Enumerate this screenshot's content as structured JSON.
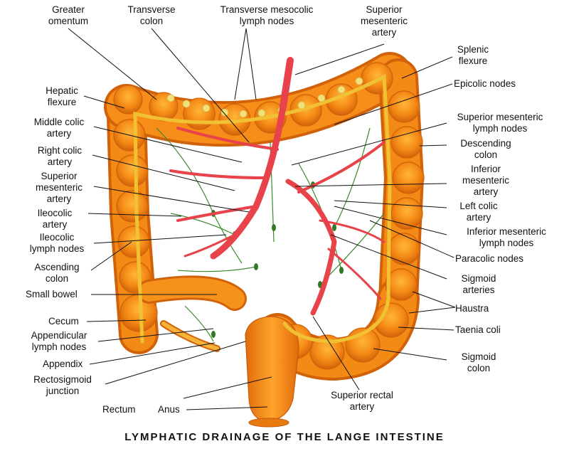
{
  "title": "LYMPHATIC DRAINAGE OF THE LANGE INTESTINE",
  "colors": {
    "colon": "#f48a16",
    "colon_dark": "#d2620a",
    "artery": "#e8424a",
    "lymph": "#3a8a2a",
    "node": "#f2e07a",
    "taenia": "#f0c233"
  },
  "labels": {
    "greater_omentum": [
      "Greater",
      "omentum"
    ],
    "transverse_colon": [
      "Transverse",
      "colon"
    ],
    "transverse_mesocolic": [
      "Transverse mesocolic",
      "lymph nodes"
    ],
    "superior_mesenteric_artery_top": [
      "Superior",
      "mesenteric",
      "artery"
    ],
    "splenic_flexure": [
      "Splenic",
      "flexure"
    ],
    "epicolic_nodes": [
      "Epicolic nodes"
    ],
    "sup_mes_lymph": [
      "Superior mesenteric",
      "lymph nodes"
    ],
    "descending_colon": [
      "Descending",
      "colon"
    ],
    "inferior_mes_artery": [
      "Inferior",
      "mesenteric",
      "artery"
    ],
    "left_colic": [
      "Left colic",
      "artery"
    ],
    "inf_mes_lymph": [
      "Inferior mesenteric",
      "lymph nodes"
    ],
    "paracolic": [
      "Paracolic nodes"
    ],
    "sigmoid_arteries": [
      "Sigmoid",
      "arteries"
    ],
    "haustra": [
      "Haustra"
    ],
    "taenia_coli": [
      "Taenia coli"
    ],
    "sigmoid_colon": [
      "Sigmoid",
      "colon"
    ],
    "superior_rectal": [
      "Superior rectal",
      "artery"
    ],
    "hepatic_flexure": [
      "Hepatic",
      "flexure"
    ],
    "middle_colic": [
      "Middle colic",
      "artery"
    ],
    "right_colic": [
      "Right colic",
      "artery"
    ],
    "sup_mes_artery_left": [
      "Superior",
      "mesenteric",
      "artery"
    ],
    "ileocolic_artery": [
      "Ileocolic",
      "artery"
    ],
    "ileocolic_lymph": [
      "Ileocolic",
      "lymph nodes"
    ],
    "ascending_colon": [
      "Ascending",
      "colon"
    ],
    "small_bowel": [
      "Small bowel"
    ],
    "cecum": [
      "Cecum"
    ],
    "appendicular_lymph": [
      "Appendicular",
      "lymph nodes"
    ],
    "appendix": [
      "Appendix"
    ],
    "rectosigmoid": [
      "Rectosigmoid",
      "junction"
    ],
    "rectum": [
      "Rectum"
    ],
    "anus": [
      "Anus"
    ]
  }
}
